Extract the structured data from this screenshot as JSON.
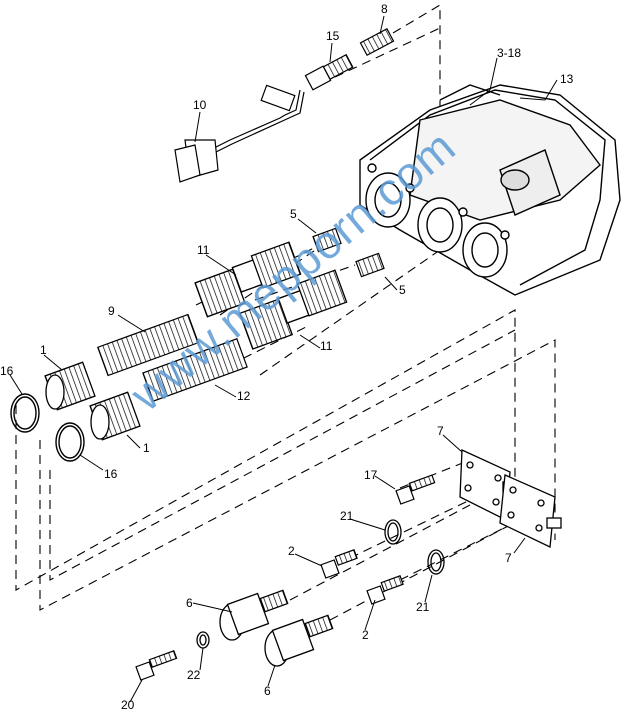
{
  "watermark": "www.mepporn.com",
  "callouts": {
    "c1a": "1",
    "c1b": "1",
    "c2a": "2",
    "c2b": "2",
    "c3": "3-18",
    "c5a": "5",
    "c5b": "5",
    "c6a": "6",
    "c6b": "6",
    "c7a": "7",
    "c7b": "7",
    "c8": "8",
    "c9": "9",
    "c10": "10",
    "c11a": "11",
    "c11b": "11",
    "c12": "12",
    "c13": "13",
    "c15": "15",
    "c16a": "16",
    "c16b": "16",
    "c17": "17",
    "c20": "20",
    "c21a": "21",
    "c21b": "21",
    "c22": "22"
  }
}
